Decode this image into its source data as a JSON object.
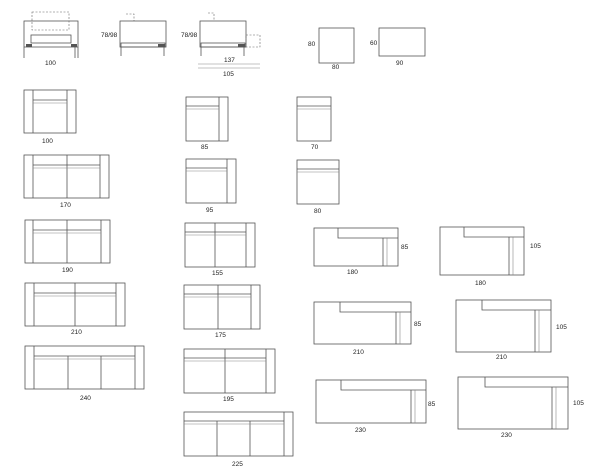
{
  "elevations": {
    "armchair": {
      "width": "100"
    },
    "side_a": {
      "height": "78/98"
    },
    "side_b": {
      "height": "78/98",
      "width": "137",
      "width_extended": "105"
    }
  },
  "ottomans": [
    {
      "width": "80",
      "depth": "80"
    },
    {
      "width": "90",
      "depth": "60"
    }
  ],
  "plans": {
    "sofas": [
      "100",
      "170",
      "190",
      "210",
      "240"
    ],
    "modules_open": [
      "85",
      "95",
      "155",
      "175",
      "195",
      "225"
    ],
    "modules_single": [
      "70",
      "80"
    ],
    "chaise_85": {
      "depth": "85",
      "widths": [
        "180",
        "210",
        "230"
      ]
    },
    "chaise_105": {
      "depth": "105",
      "widths": [
        "180",
        "210",
        "230"
      ]
    }
  }
}
